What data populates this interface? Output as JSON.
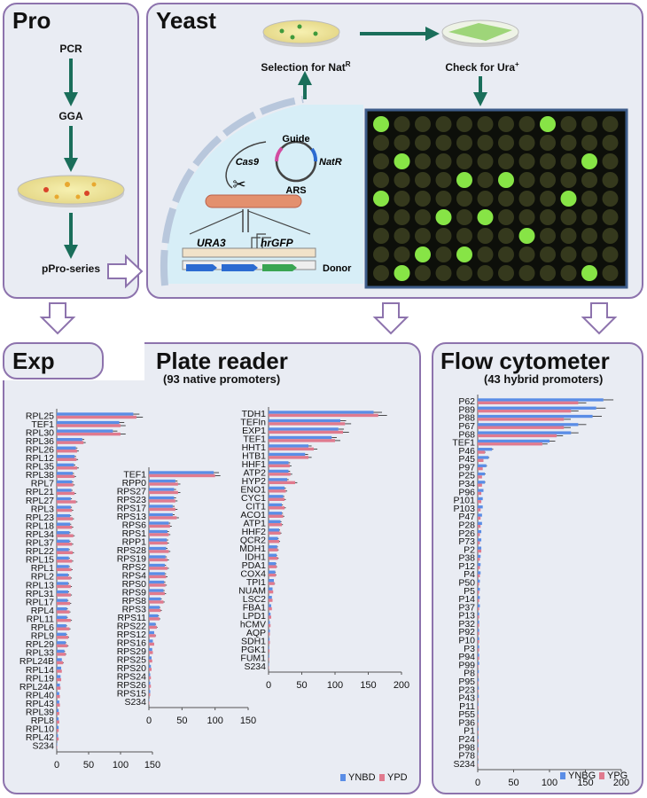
{
  "panels": {
    "pro": {
      "title": "Pro",
      "steps": [
        "PCR",
        "GGA",
        "pPro-series"
      ]
    },
    "yeast": {
      "title": "Yeast",
      "selection_label": "Selection for Nat",
      "selection_sup": "R",
      "check_label": "Check for Ura",
      "check_sup": "+",
      "guide": "Guide",
      "cas9": "Cas9",
      "natr": "NatR",
      "ars": "ARS",
      "ura3": "URA3",
      "hrgfp": "hrGFP",
      "donor": "Donor"
    },
    "exp": {
      "title": "Exp"
    },
    "plate": {
      "title": "Plate reader",
      "subtitle": "(93 native promoters)"
    },
    "flow": {
      "title": "Flow cytometer",
      "subtitle": "(43 hybrid promoters)"
    }
  },
  "colors": {
    "series1": "#5a8de6",
    "series2": "#e07a8e",
    "frame": "#8d73ad",
    "arrow": "#1a6e5a"
  },
  "chart_data": [
    {
      "type": "bar",
      "categories": [
        "RPL25",
        "TEF1",
        "RPL30",
        "RPL36",
        "RPL26",
        "RPL12",
        "RPL35",
        "RPL38",
        "RPL7",
        "RPL21",
        "RPL27",
        "RPL3",
        "RPL23",
        "RPL18",
        "RPL34",
        "RPL37",
        "RPL22",
        "RPL15",
        "RPL1",
        "RPL2",
        "RPL13",
        "RPL31",
        "RPL17",
        "RPL4",
        "RPL11",
        "RPL6",
        "RPL9",
        "RPL29",
        "RPL33",
        "RPL24B",
        "RPL14",
        "RPL19",
        "RPL24A",
        "RPL40",
        "RPL43",
        "RPL39",
        "RPL8",
        "RPL10",
        "RPL42",
        "S234"
      ],
      "series": [
        {
          "name": "YNBD",
          "values": [
            120,
            98,
            88,
            40,
            30,
            28,
            27,
            25,
            24,
            23,
            22,
            22,
            21,
            21,
            20,
            20,
            19,
            19,
            19,
            18,
            18,
            18,
            17,
            16,
            16,
            15,
            15,
            14,
            12,
            8,
            7,
            6,
            5,
            4,
            4,
            3,
            3,
            3,
            2,
            0.5
          ]
        },
        {
          "name": "YPD",
          "values": [
            125,
            100,
            100,
            42,
            32,
            31,
            32,
            28,
            26,
            28,
            30,
            24,
            25,
            24,
            26,
            24,
            25,
            24,
            23,
            22,
            22,
            22,
            21,
            20,
            22,
            20,
            18,
            17,
            14,
            10,
            8,
            7,
            6,
            5,
            5,
            4,
            4,
            3,
            3,
            0.5
          ]
        }
      ],
      "xlim": [
        0,
        150
      ],
      "xticks": [
        0,
        50,
        100,
        150
      ]
    },
    {
      "type": "bar",
      "categories": [
        "TEF1",
        "RPP0",
        "RPS27",
        "RPS23",
        "RPS17",
        "RPS13",
        "RPS6",
        "RPS1",
        "RPP1",
        "RPS28",
        "RPS19",
        "RPS2",
        "RPS4",
        "RPS0",
        "RPS9",
        "RPS8",
        "RPS3",
        "RPS11",
        "RPS22",
        "RPS12",
        "RPS16",
        "RPS29",
        "RPS25",
        "RPS20",
        "RPS24",
        "RPS26",
        "RPS15",
        "S234"
      ],
      "series": [
        {
          "name": "YNBD",
          "values": [
            98,
            40,
            38,
            38,
            36,
            36,
            30,
            28,
            27,
            26,
            25,
            24,
            24,
            23,
            22,
            18,
            16,
            14,
            10,
            8,
            6,
            5,
            4,
            3,
            2,
            2,
            2,
            0.5
          ]
        },
        {
          "name": "YPD",
          "values": [
            100,
            44,
            44,
            40,
            40,
            42,
            32,
            30,
            28,
            30,
            28,
            28,
            26,
            25,
            24,
            22,
            18,
            16,
            12,
            10,
            8,
            6,
            5,
            4,
            3,
            3,
            2,
            0.5
          ]
        }
      ],
      "xlim": [
        0,
        150
      ],
      "xticks": [
        0,
        50,
        100,
        150
      ]
    },
    {
      "type": "bar",
      "categories": [
        "TDH1",
        "TEFIn",
        "EXP1",
        "TEF1",
        "HHT1",
        "HTB1",
        "HHF1",
        "ATP2",
        "HYP2",
        "ENO1",
        "CYC1",
        "CIT1",
        "ACO1",
        "ATP1",
        "HHF2",
        "QCR2",
        "MDH1",
        "IDH1",
        "PDA1",
        "COX4",
        "TPI1",
        "NUAM",
        "LSC2",
        "FBA1",
        "LPD1",
        "hCMV",
        "AQP",
        "SDH1",
        "PGK1",
        "FUM1",
        "S234"
      ],
      "series": [
        {
          "name": "YNBD",
          "values": [
            158,
            108,
            105,
            95,
            60,
            55,
            30,
            30,
            28,
            24,
            22,
            20,
            20,
            18,
            16,
            14,
            13,
            12,
            11,
            10,
            8,
            6,
            5,
            4,
            3,
            2,
            2,
            1.5,
            1,
            1,
            0.5
          ]
        },
        {
          "name": "YPD",
          "values": [
            165,
            115,
            112,
            100,
            68,
            60,
            32,
            33,
            40,
            26,
            24,
            24,
            22,
            20,
            18,
            16,
            14,
            14,
            12,
            11,
            9,
            7,
            6,
            5,
            4,
            3,
            2,
            2,
            1.5,
            1,
            0.5
          ]
        }
      ],
      "xlim": [
        0,
        200
      ],
      "xticks": [
        0,
        50,
        100,
        150,
        200
      ]
    },
    {
      "type": "bar",
      "categories": [
        "P62",
        "P89",
        "P88",
        "P67",
        "P68",
        "TEF1",
        "P46",
        "P45",
        "P97",
        "P25",
        "P34",
        "P96",
        "P101",
        "P103",
        "P47",
        "P28",
        "P26",
        "P73",
        "P2",
        "P38",
        "P12",
        "P4",
        "P50",
        "P5",
        "P14",
        "P37",
        "P13",
        "P32",
        "P92",
        "P10",
        "P3",
        "P94",
        "P99",
        "P8",
        "P95",
        "P23",
        "P43",
        "P11",
        "P55",
        "P36",
        "P1",
        "P24",
        "P98",
        "P78",
        "S234"
      ],
      "series": [
        {
          "name": "YNBG",
          "values": [
            175,
            165,
            160,
            140,
            130,
            100,
            20,
            15,
            12,
            10,
            10,
            8,
            7,
            7,
            6,
            6,
            5,
            5,
            5,
            4,
            4,
            4,
            3,
            3,
            3,
            3,
            2,
            2,
            2,
            2,
            2,
            2,
            2,
            1.5,
            1.5,
            1.5,
            1.5,
            1,
            1,
            1,
            1,
            1,
            1,
            0.5,
            0.5
          ]
        },
        {
          "name": "YPG",
          "values": [
            140,
            130,
            120,
            120,
            110,
            90,
            10,
            8,
            7,
            6,
            6,
            5,
            5,
            4,
            4,
            4,
            3,
            3,
            5,
            3,
            3,
            3,
            2,
            2,
            2,
            2,
            2,
            2,
            2,
            2,
            2,
            2,
            1,
            1,
            1,
            1,
            1,
            1,
            1,
            1,
            1,
            1,
            1,
            0.5,
            0.5
          ]
        }
      ],
      "xlim": [
        0,
        200
      ],
      "xticks": [
        0,
        50,
        100,
        150,
        200
      ]
    }
  ]
}
